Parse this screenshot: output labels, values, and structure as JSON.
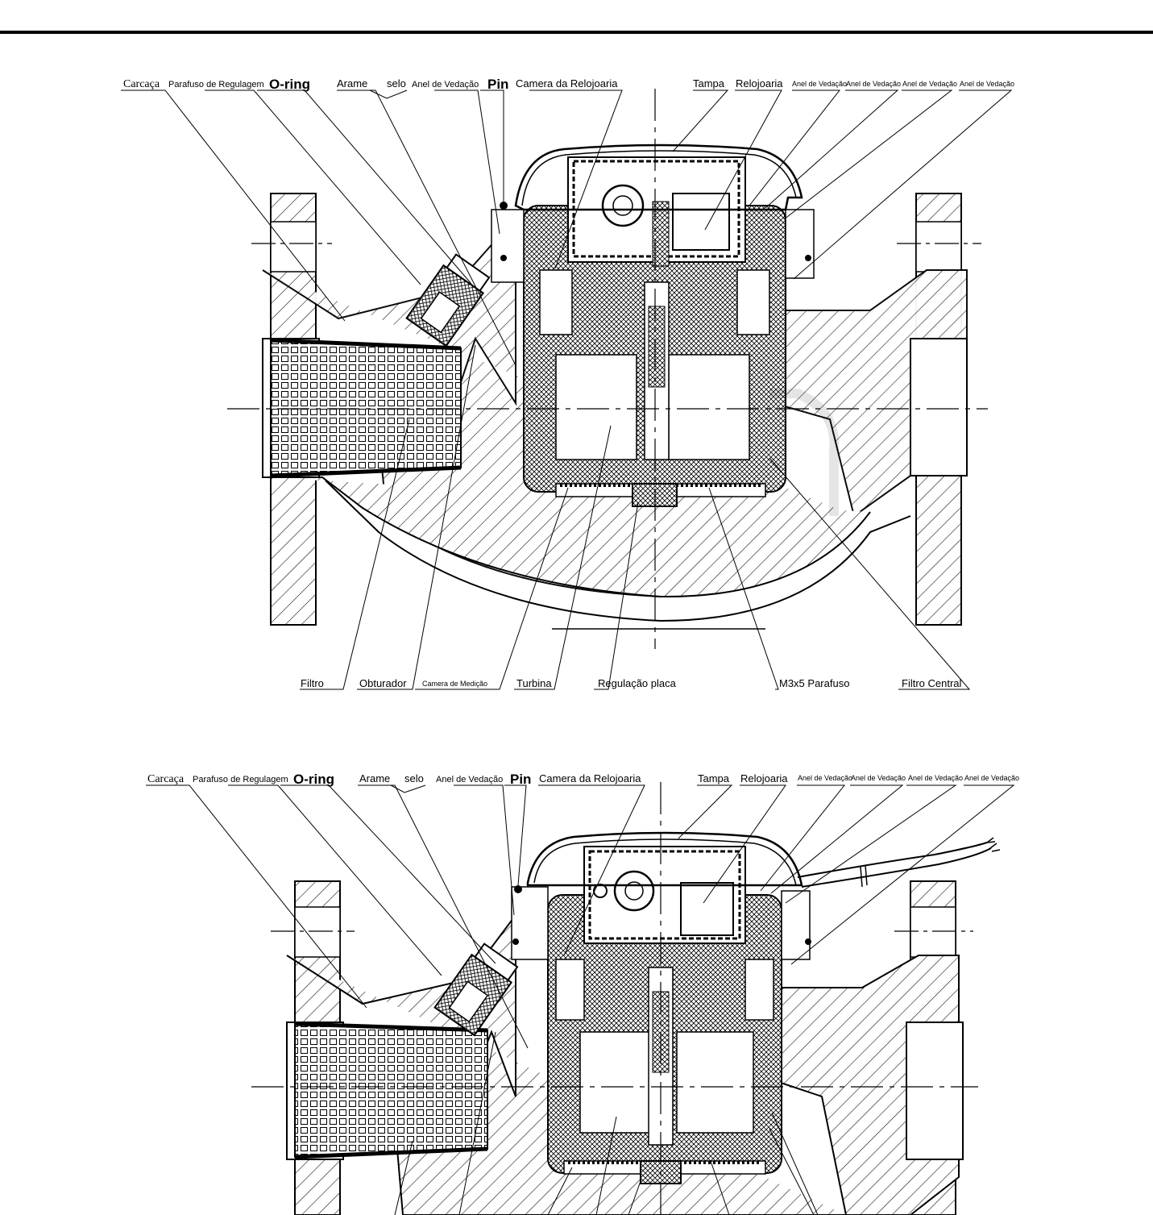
{
  "diagram_top": {
    "labels_top": {
      "carcaca": "Carcaça",
      "parafuso_regulagem": "Parafuso de Regulagem",
      "o_ring": "O-ring",
      "arame": "Arame",
      "selo": "selo",
      "anel_vedacao_1": "Anel de Vedação",
      "pin": "Pin",
      "camera_relojoaria": "Camera da Relojoaria",
      "tampa": "Tampa",
      "relojoaria": "Relojoaria",
      "anel_vedacao_2": "Anel de Vedação",
      "anel_vedacao_3": "Anel de Vedação",
      "anel_vedacao_4": "Anel de Vedação",
      "anel_vedacao_5": "Anel de Vedação"
    },
    "labels_bottom": {
      "filtro": "Filtro",
      "obturador": "Obturador",
      "camera_medicao": "Camera de Medição",
      "turbina": "Turbina",
      "regulacao_placa": "Regulação placa",
      "m3x5_parafuso": "M3x5 Parafuso",
      "filtro_central": "Filtro Central"
    }
  },
  "diagram_bottom": {
    "labels_top": {
      "carcaca": "Carcaça",
      "parafuso_regulagem": "Parafuso de Regulagem",
      "o_ring": "O-ring",
      "arame": "Arame",
      "selo": "selo",
      "anel_vedacao_1": "Anel de Vedação",
      "pin": "Pin",
      "camera_relojoaria": "Camera da Relojoaria",
      "tampa": "Tampa",
      "relojoaria": "Relojoaria",
      "anel_vedacao_2": "Anel de Vedação",
      "anel_vedacao_3": "Anel de Vedação",
      "anel_vedacao_4": "Anel de Vedação",
      "anel_vedacao_5": "Anel de Vedação"
    }
  }
}
